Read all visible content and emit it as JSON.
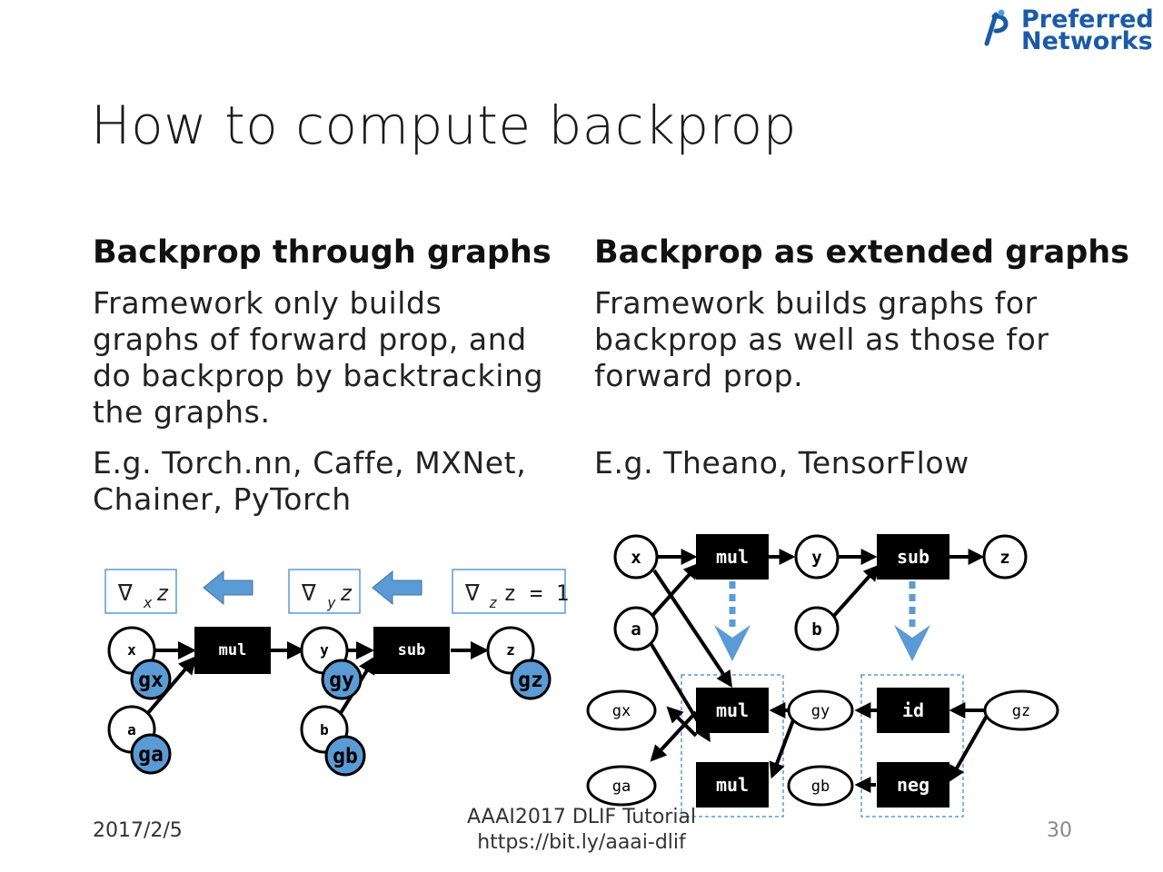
{
  "logo": {
    "line1": "Preferred",
    "line2": "Networks"
  },
  "title": "How to compute backprop",
  "left_col": {
    "heading": "Backprop through graphs",
    "body": [
      "Framework only builds",
      "graphs of forward prop, and",
      "do backprop by backtracking",
      "the graphs."
    ],
    "examples": [
      "E.g. Torch.nn, Caffe, MXNet,",
      "Chainer, PyTorch"
    ]
  },
  "right_col": {
    "heading": "Backprop as extended graphs",
    "body": [
      "Framework builds graphs for",
      "backprop as well as those for",
      "forward prop."
    ],
    "examples": [
      "E.g. Theano, TensorFlow"
    ]
  },
  "left_diagram": {
    "grad_labels": {
      "gx": "x",
      "gy": "y",
      "gz_sub": "z",
      "gz_eq": "z = 1"
    },
    "nodes": {
      "x": "x",
      "a": "a",
      "y": "y",
      "b": "b",
      "z": "z"
    },
    "grads": {
      "gx": "gx",
      "ga": "ga",
      "gy": "gy",
      "gb": "gb",
      "gz": "gz"
    },
    "ops": {
      "mul": "mul",
      "sub": "sub"
    },
    "colors": {
      "grad_fill": "#5b9bd5",
      "arrow_fill": "#5b9bd5",
      "box_stroke": "#5b9bd5"
    }
  },
  "right_diagram": {
    "vars": {
      "x": "x",
      "a": "a",
      "y": "y",
      "b": "b",
      "z": "z",
      "gx": "gx",
      "ga": "ga",
      "gy": "gy",
      "gb": "gb",
      "gz": "gz"
    },
    "ops": {
      "mul1": "mul",
      "sub": "sub",
      "mul2": "mul",
      "mul3": "mul",
      "id": "id",
      "neg": "neg"
    },
    "colors": {
      "dotted_arrow": "#5b9bd5",
      "dashed_box": "#5b9bd5"
    }
  },
  "footer": {
    "date": "2017/2/5",
    "center_line1": "AAAI2017 DLIF Tutorial",
    "center_line2": "https://bit.ly/aaai-dlif",
    "page": "30"
  }
}
